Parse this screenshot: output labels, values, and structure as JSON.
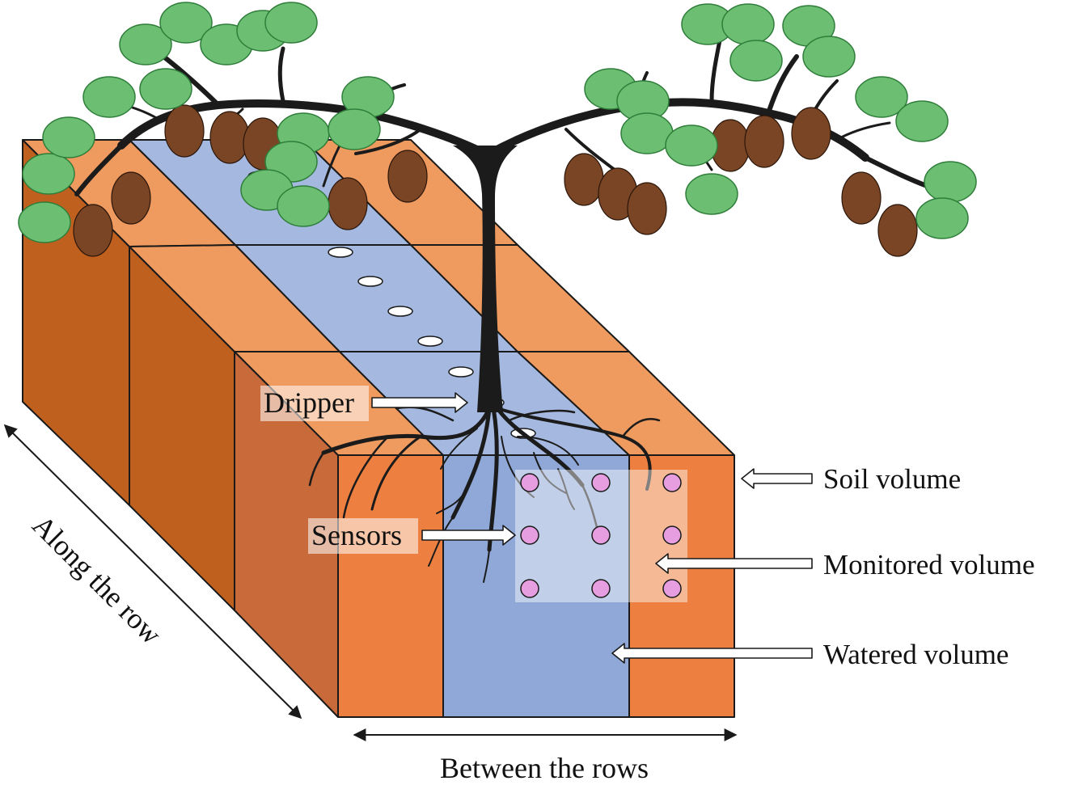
{
  "labels": {
    "dripper": "Dripper",
    "sensors": "Sensors",
    "soil_volume": "Soil volume",
    "monitored_volume": "Monitored volume",
    "watered_volume": "Watered volume",
    "along_the_row": "Along the row",
    "between_the_rows": "Between the rows"
  },
  "colors": {
    "soil_top": "#ef9a5e",
    "soil_front": "#ed8040",
    "soil_side_dark": "#c0601f",
    "soil_side_mid": "#c86a3a",
    "water_top": "#a5b9e0",
    "water_front": "#8fa8d8",
    "monitored_overlay": "#ffffff",
    "sensor_fill": "#e79ee0",
    "leaf": "#6cbf72",
    "leaf_vein": "#2f7d3a",
    "fruit": "#7a4525",
    "tree": "#1b1b1b",
    "dripper_hole": "#ffffff"
  },
  "sensor_grid": {
    "rows": 3,
    "columns": 3
  }
}
